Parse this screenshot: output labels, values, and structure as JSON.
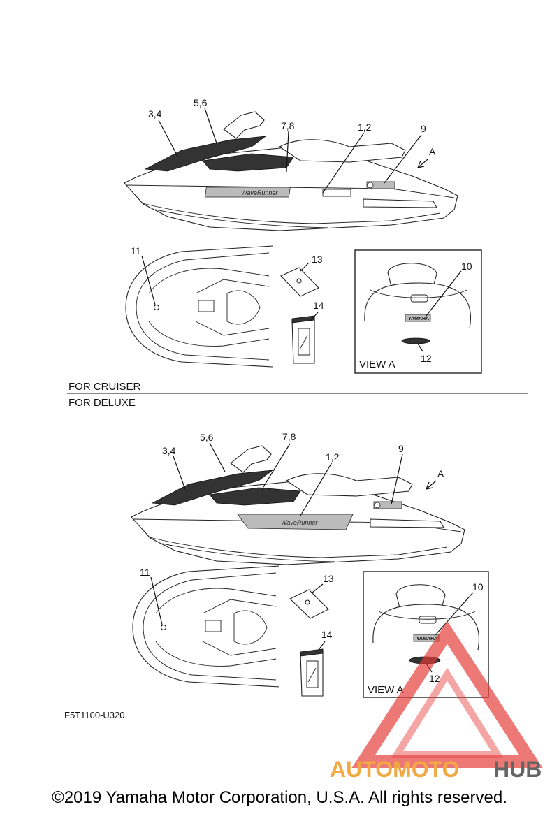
{
  "sections": {
    "cruiser": "FOR CRUISER",
    "deluxe": "FOR DELUXE"
  },
  "callouts": {
    "c1_2": "1,2",
    "c3_4": "3,4",
    "c5_6": "5,6",
    "c7_8": "7,8",
    "c9": "9",
    "c10": "10",
    "c11": "11",
    "c12": "12",
    "c13": "13",
    "c14": "14",
    "view_arrow": "A"
  },
  "view_label": "VIEW A",
  "decal_text": {
    "brand": "YAMAHA",
    "model": "WaveRunner"
  },
  "part_code": "F5T1100-U320",
  "watermark": {
    "part1": "AUTOMOTO",
    "part2": "HUB",
    "color_primary": "#f0a030",
    "color_secondary": "#555555",
    "color_triangle": "#e53935"
  },
  "copyright": "©2019 Yamaha Motor Corporation, U.S.A. All rights reserved."
}
